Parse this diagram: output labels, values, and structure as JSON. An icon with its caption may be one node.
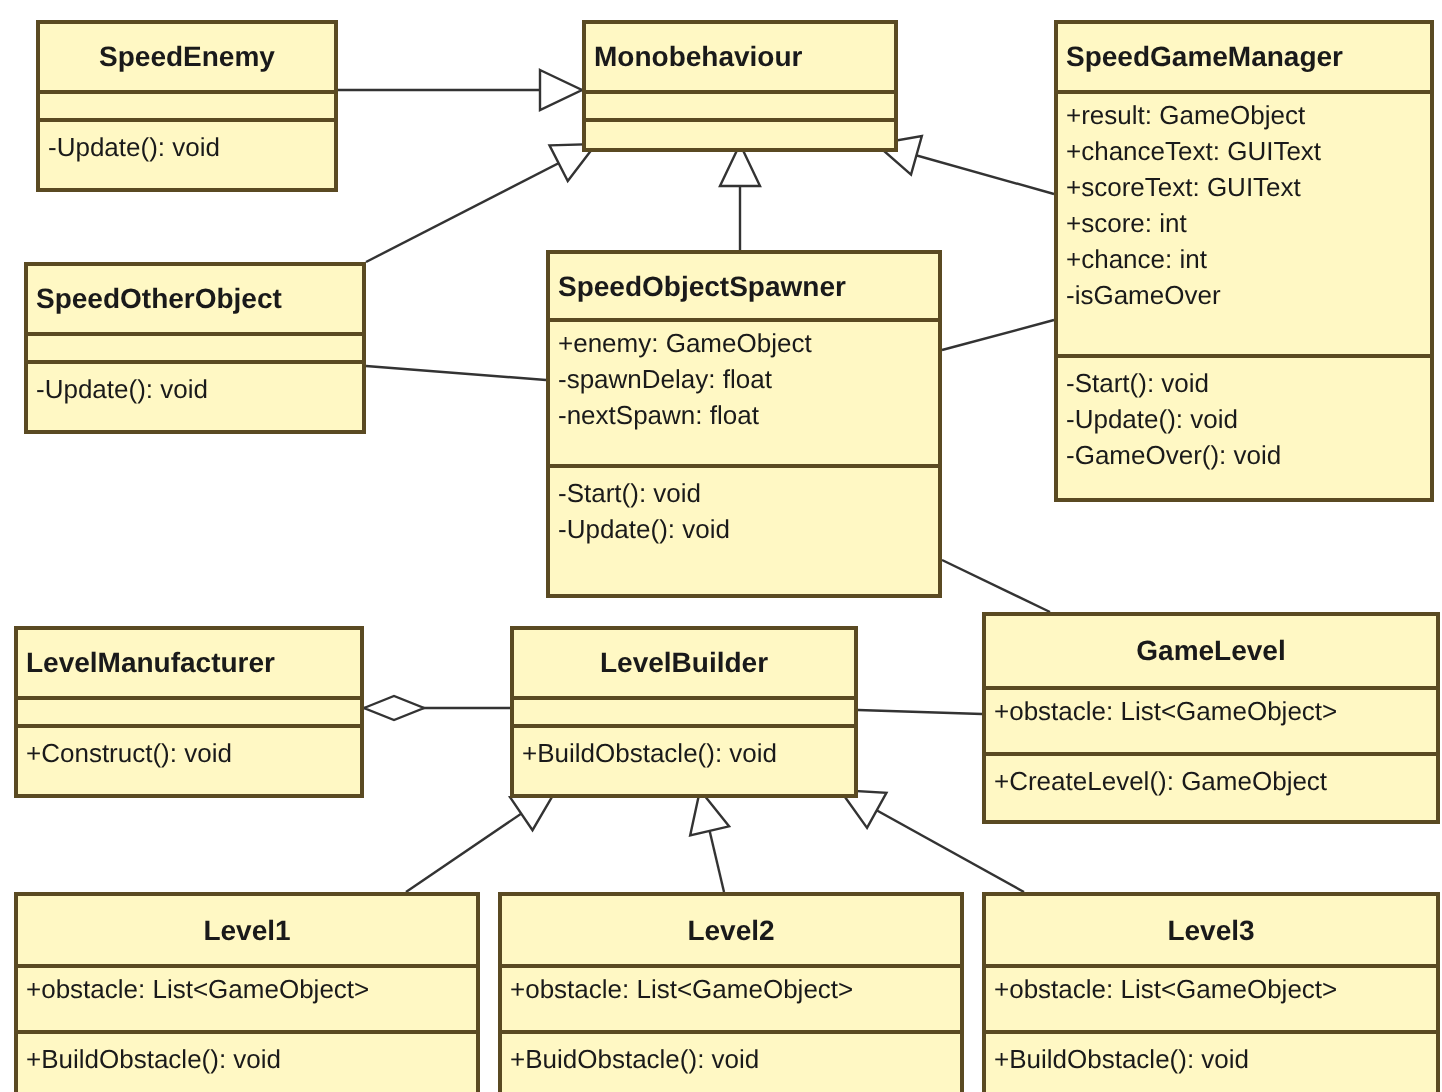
{
  "diagram": {
    "nodes": [
      {
        "text": [
          "SpeedEnemy",
          "-Update(): void"
        ]
      },
      {
        "text": [
          "Monobehaviour"
        ]
      },
      {
        "text": [
          "SpeedGameManager",
          "+result: GameObject",
          "+chanceText: GUIText",
          "+scoreText: GUIText",
          "+score: int",
          "+chance: int",
          "-isGameOver",
          "-Start(): void",
          "-Update(): void",
          "-GameOver(): void"
        ]
      },
      {
        "text": [
          "SpeedOtherObject",
          "-Update(): void"
        ]
      },
      {
        "text": [
          "SpeedObjectSpawner",
          "+enemy: GameObject",
          "-spawnDelay: float",
          "-nextSpawn: float",
          "-Start(): void",
          "-Update(): void"
        ]
      },
      {
        "text": [
          "LevelManufacturer",
          "+Construct(): void"
        ]
      },
      {
        "text": [
          "LevelBuilder",
          "+BuildObstacle(): void"
        ]
      },
      {
        "text": [
          "GameLevel",
          "+obstacle: List<GameObject>",
          "+CreateLevel(): GameObject"
        ]
      },
      {
        "text": [
          "Level1",
          "+obstacle: List<GameObject>",
          "+BuildObstacle(): void"
        ]
      },
      {
        "text": [
          "Level2",
          "+obstacle: List<GameObject>",
          "+BuidObstacle(): void"
        ]
      },
      {
        "text": [
          "Level3",
          "+obstacle: List<GameObject>",
          "+BuildObstacle(): void"
        ]
      }
    ],
    "edges": [
      {
        "from": 0,
        "to": 1,
        "arrow": "to"
      },
      {
        "from": 3,
        "to": 1,
        "arrow": "to"
      },
      {
        "from": 4,
        "to": 1,
        "arrow": "to"
      },
      {
        "from": 2,
        "to": 1,
        "arrow": "to"
      },
      {
        "from": 3,
        "to": 4,
        "arrow": "none"
      },
      {
        "from": 4,
        "to": 2,
        "arrow": "none"
      },
      {
        "from": 4,
        "to": 7,
        "arrow": "none"
      },
      {
        "from": 5,
        "to": 6,
        "arrow": "other"
      },
      {
        "from": 6,
        "to": 7,
        "arrow": "none"
      },
      {
        "from": 8,
        "to": 6,
        "arrow": "to"
      },
      {
        "from": 9,
        "to": 6,
        "arrow": "to"
      },
      {
        "from": 10,
        "to": 6,
        "arrow": "to"
      }
    ]
  }
}
